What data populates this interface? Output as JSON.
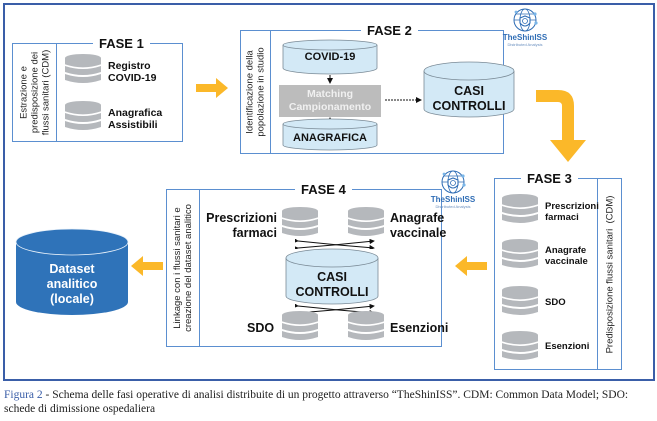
{
  "phase1": {
    "title": "FASE 1",
    "side_label": "Estrazione e\npredisposizione dei\nflussi sanitari (CDM)",
    "sources": [
      {
        "label": "Registro\nCOVID-19"
      },
      {
        "label": "Anagrafica\nAssistibili"
      }
    ]
  },
  "phase2": {
    "title": "FASE 2",
    "side_label": "Identificazione della\npopolazione in studio",
    "top_db": "COVID-19",
    "bottom_db": "ANAGRAFICA",
    "process_line1": "Matching",
    "process_line2": "Campionamento",
    "result_line1": "CASI",
    "result_line2": "CONTROLLI"
  },
  "phase3": {
    "title": "FASE 3",
    "side_label": "Predisposizione flussi sanitari  (CDM)",
    "sources": [
      {
        "label": "Prescrizioni\nfarmaci"
      },
      {
        "label": "Anagrafe\nvaccinale"
      },
      {
        "label": "SDO"
      },
      {
        "label": "Esenzioni"
      }
    ]
  },
  "phase4": {
    "title": "FASE 4",
    "side_label": "Linkage con i flussi sanitari e\ncreazione del dataset analitico",
    "top_left": "Prescrizioni\nfarmaci",
    "top_right": "Anagrafe\nvaccinale",
    "bottom_left": "SDO",
    "bottom_right": "Esenzioni",
    "center_line1": "CASI",
    "center_line2": "CONTROLLI"
  },
  "output": {
    "line1": "Dataset",
    "line2": "analitico",
    "line3": "(locale)"
  },
  "logo": {
    "name": "TheShinISS",
    "subtitle": "Distributed Analysis"
  },
  "caption": {
    "figure_label": "Figura 2",
    "text": " - Schema delle fasi operative di analisi distribuite di un progetto attraverso “TheShinISS”. CDM: Common Data Model; SDO: schede di dimissione ospedaliera"
  },
  "colors": {
    "frame": "#3a5ea8",
    "box_border": "#5b8fd0",
    "arrow": "#fbb829",
    "cylinder_light": "#d3e9f6",
    "cylinder_dark": "#2f73b9",
    "stack_gray": "#b5b8bc"
  }
}
